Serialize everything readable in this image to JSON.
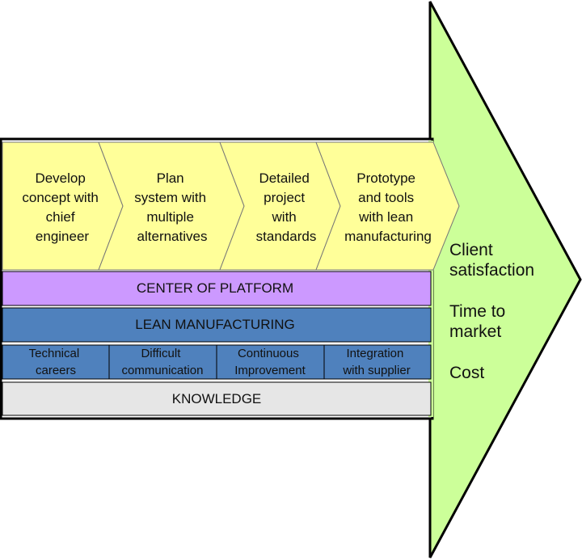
{
  "steps": [
    [
      "Develop",
      "concept with",
      "chief",
      "engineer"
    ],
    [
      "Plan",
      "system with",
      "multiple",
      "alternatives"
    ],
    [
      "Detailed",
      "project",
      "with",
      "standards"
    ],
    [
      "Prototype",
      "and tools",
      "with lean",
      "manufacturing"
    ]
  ],
  "bands": {
    "platform": "CENTER OF PLATFORM",
    "lean": "LEAN MANUFACTURING",
    "knowledge": "KNOWLEDGE"
  },
  "pillars": [
    [
      "Technical",
      "careers"
    ],
    [
      "Difficult",
      "communication"
    ],
    [
      "Continuous",
      "Improvement"
    ],
    [
      "Integration",
      "with supplier"
    ]
  ],
  "outcomes": [
    [
      "Client",
      "satisfaction"
    ],
    [
      "Time to",
      "market"
    ],
    [
      "Cost"
    ]
  ],
  "colors": {
    "arrow_body": "#ffffff",
    "arrow_head": "#ccff99",
    "steps": "#ffff99",
    "platform": "#cc99ff",
    "lean": "#4f81bd",
    "pillars": "#4f81bd",
    "knowledge": "#e6e6e6",
    "stroke": "#000000"
  }
}
